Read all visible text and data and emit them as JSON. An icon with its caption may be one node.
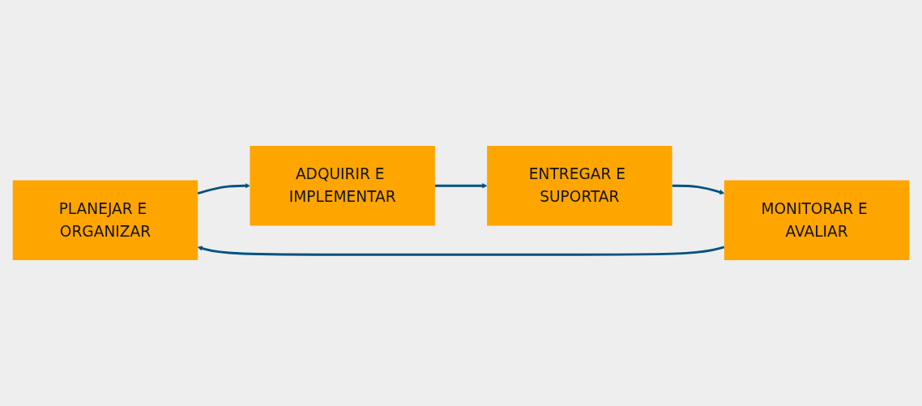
{
  "diagram": {
    "nodes": [
      {
        "text": [
          "PLANEJAR E ORGANIZAR"
        ]
      },
      {
        "text": [
          "ADQUIRIR E IMPLEMENTAR"
        ]
      },
      {
        "text": [
          "MONITORAR E AVALIAR"
        ]
      },
      {
        "text": [
          "ENTREGAR E SUPORTAR"
        ]
      }
    ],
    "edges": [
      {
        "from": 0,
        "to": 1,
        "arrow": "to"
      },
      {
        "from": 1,
        "to": 3,
        "arrow": "to"
      },
      {
        "from": 3,
        "to": 2,
        "arrow": "to"
      },
      {
        "from": 2,
        "to": 0,
        "arrow": "to"
      }
    ]
  }
}
